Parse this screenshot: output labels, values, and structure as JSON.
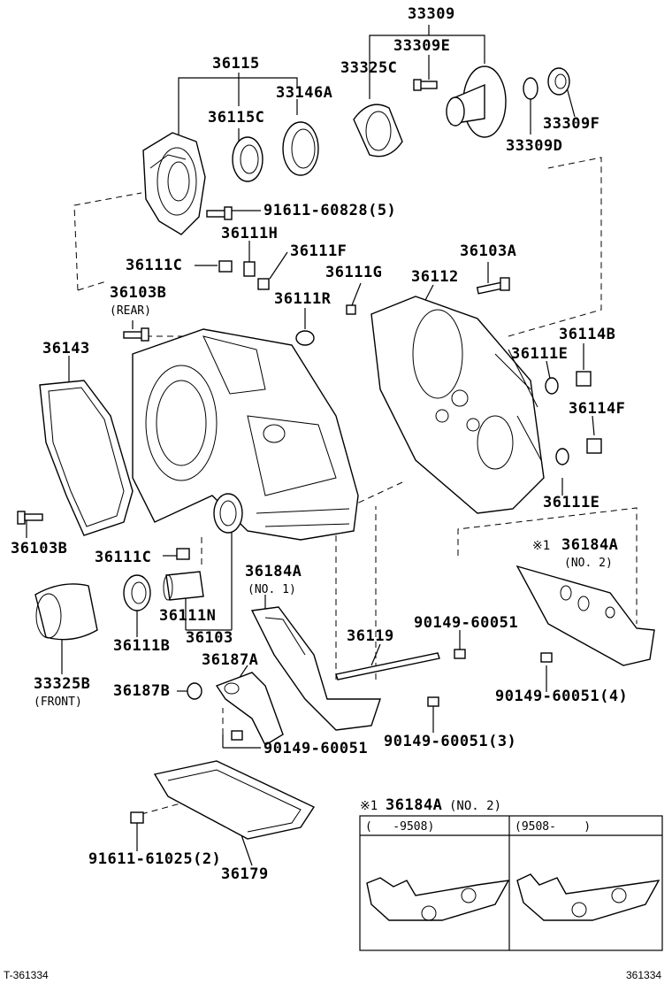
{
  "labels": {
    "p33309": "33309",
    "p33309E": "33309E",
    "p33325C": "33325C",
    "p36115": "36115",
    "p33146A": "33146A",
    "p36115C": "36115C",
    "p33309F": "33309F",
    "p33309D": "33309D",
    "p91611_60828": "91611-60828(5)",
    "p36111H": "36111H",
    "p36111F": "36111F",
    "p36111C_top": "36111C",
    "p36103A": "36103A",
    "p36111G": "36111G",
    "p36112": "36112",
    "p36103B_rear": "36103B",
    "rear": "(REAR)",
    "p36111R": "36111R",
    "p36143": "36143",
    "p36114B": "36114B",
    "p36111E_top": "36111E",
    "p36114F": "36114F",
    "p36111E_bot": "36111E",
    "p36103B_left": "36103B",
    "p36111C_bot": "36111C",
    "mark1": "※1",
    "p36184A_no2": "36184A",
    "no2": "(NO. 2)",
    "p36184A_no1": "36184A",
    "no1": "(NO. 1)",
    "p36111N": "36111N",
    "p90149_60051_a": "90149-60051",
    "p36119": "36119",
    "p33325B": "33325B",
    "front": "(FRONT)",
    "p36111B": "36111B",
    "p36103": "36103",
    "p36187A": "36187A",
    "p36187B": "36187B",
    "p90149_60051_4": "90149-60051(4)",
    "p90149_60051_3": "90149-60051(3)",
    "p90149_60051_b": "90149-60051",
    "p91611_61025": "91611-61025(2)",
    "p36179": "36179"
  },
  "inset": {
    "mark": "※1",
    "part": "36184A",
    "part_suffix": "(NO. 2)",
    "col_left": "(   -9508)",
    "col_right": "(9508-    )"
  },
  "footer": {
    "left": "T-361334",
    "right": "361334"
  }
}
